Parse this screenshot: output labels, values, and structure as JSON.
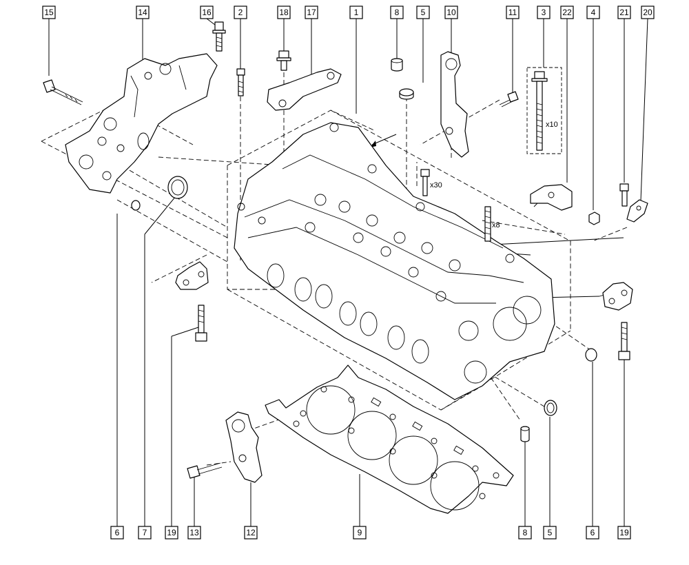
{
  "top_refs": [
    "15",
    "14",
    "16",
    "2",
    "18",
    "17",
    "1",
    "8",
    "5",
    "10",
    "11",
    "3",
    "22",
    "4",
    "21",
    "20"
  ],
  "bottom_refs": [
    "6",
    "7",
    "19",
    "13",
    "12",
    "9",
    "8",
    "5",
    "6",
    "19"
  ],
  "quantities": {
    "bolt_3": "x10",
    "bolt_30": "x30",
    "stud_8": "x8"
  }
}
